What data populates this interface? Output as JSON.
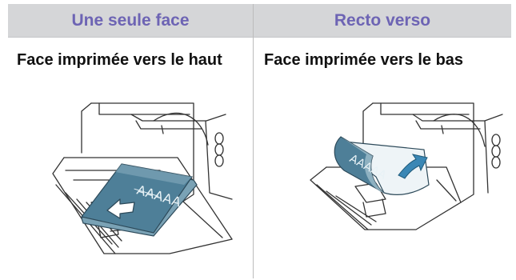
{
  "table": {
    "headers": {
      "left": "Une seule face",
      "right": "Recto verso"
    },
    "captions": {
      "left": "Face imprimée vers le haut",
      "right": "Face imprimée vers le bas"
    },
    "paper_text": {
      "left": "AAAAA",
      "right": "AAAAA"
    }
  },
  "colors": {
    "header_background": "#d5d6d8",
    "header_text": "#6d64b4",
    "paper_blue": "#4e7f98",
    "paper_light": "#b9d2dc",
    "arrow_blue": "#3a87b5"
  },
  "icons": [
    "printer-illustration",
    "paper-stack",
    "push-arrow-icon",
    "flip-arrow-icon"
  ]
}
